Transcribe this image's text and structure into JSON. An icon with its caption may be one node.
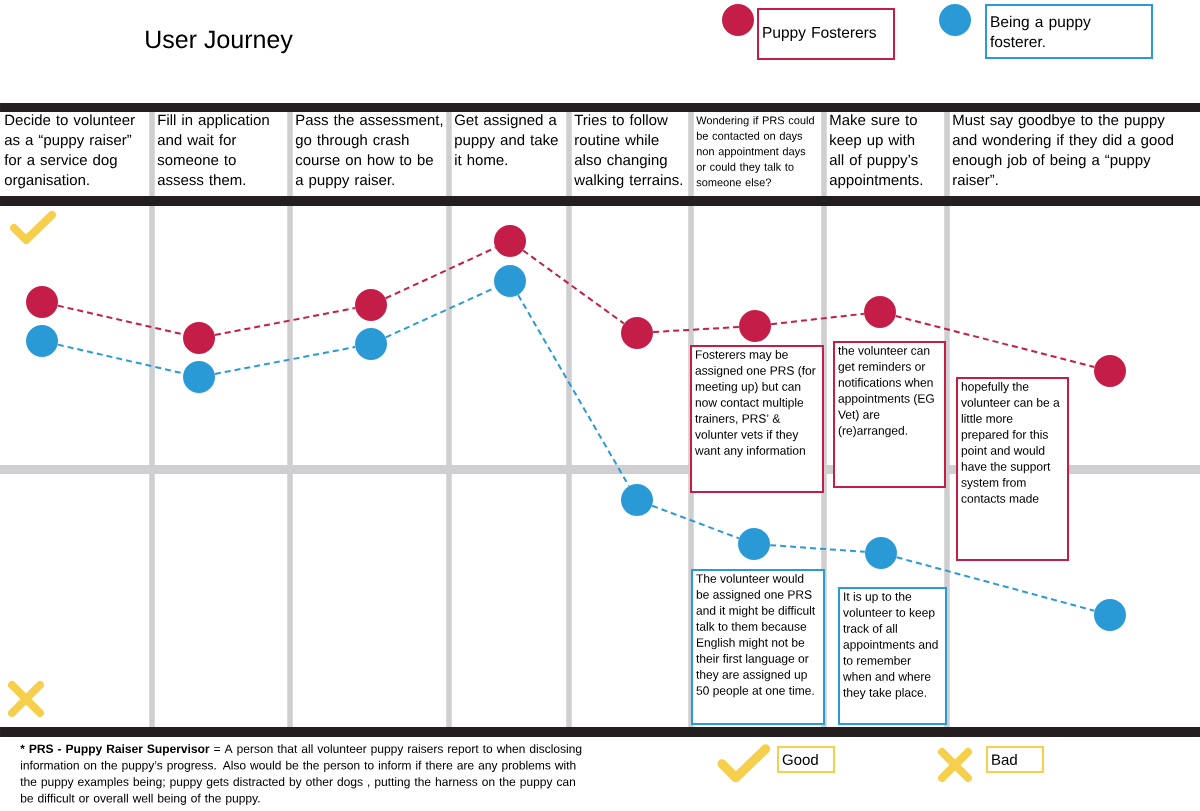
{
  "diagram": {
    "title": "User Journey",
    "nodes": [
      {
        "text": [],
        "shape": "circle"
      },
      {
        "text": [],
        "shape": "circle"
      },
      {
        "text": [],
        "shape": "circle"
      },
      {
        "text": [],
        "shape": "circle"
      },
      {
        "text": [],
        "shape": "circle"
      },
      {
        "text": [],
        "shape": "circle"
      },
      {
        "text": [],
        "shape": "circle"
      },
      {
        "text": [],
        "shape": "circle"
      },
      {
        "text": [],
        "shape": "circle"
      },
      {
        "text": [],
        "shape": "circle"
      },
      {
        "text": [],
        "shape": "circle"
      },
      {
        "text": [],
        "shape": "circle"
      },
      {
        "text": [],
        "shape": "circle"
      },
      {
        "text": [],
        "shape": "circle"
      },
      {
        "text": [],
        "shape": "circle"
      },
      {
        "text": [],
        "shape": "circle"
      },
      {
        "text": [
          "Fosterers may be assigned one PRS (for meeting up) but can now contact multiple trainers, PRS’ & volunter vets if they want any information"
        ]
      },
      {
        "text": [
          "the volunteer can get reminders or notifications when appointments (EG Vet) are (re)arranged."
        ]
      },
      {
        "text": [
          "hopefully the volunteer can be a little more prepared for this point and would have the support system from contacts made"
        ]
      },
      {
        "text": [
          "The volunteer would be assigned one PRS and it might be difficult talk to them because English might not be their first language or they are assigned up 50 people at one time."
        ]
      },
      {
        "text": [
          "It is up to the volunteer to keep track of all appointments and to remember when and where they take place."
        ]
      }
    ],
    "edges": [
      {
        "from": 0,
        "to": 1,
        "arrow": "none",
        "style": "dashed",
        "color": "#c41e48"
      },
      {
        "from": 1,
        "to": 2,
        "arrow": "none",
        "style": "dashed",
        "color": "#c41e48"
      },
      {
        "from": 2,
        "to": 3,
        "arrow": "none",
        "style": "dashed",
        "color": "#c41e48"
      },
      {
        "from": 3,
        "to": 4,
        "arrow": "none",
        "style": "dashed",
        "color": "#c41e48"
      },
      {
        "from": 4,
        "to": 5,
        "arrow": "none",
        "style": "dashed",
        "color": "#c41e48"
      },
      {
        "from": 5,
        "to": 6,
        "arrow": "none",
        "style": "dashed",
        "color": "#c41e48"
      },
      {
        "from": 6,
        "to": 7,
        "arrow": "none",
        "style": "dashed",
        "color": "#c41e48"
      },
      {
        "from": 8,
        "to": 9,
        "arrow": "none",
        "style": "dashed",
        "color": "#2a9ad6"
      },
      {
        "from": 9,
        "to": 10,
        "arrow": "none",
        "style": "dashed",
        "color": "#2a9ad6"
      },
      {
        "from": 10,
        "to": 11,
        "arrow": "none",
        "style": "dashed",
        "color": "#2a9ad6"
      },
      {
        "from": 11,
        "to": 12,
        "arrow": "none",
        "style": "dashed",
        "color": "#2a9ad6"
      },
      {
        "from": 12,
        "to": 13,
        "arrow": "none",
        "style": "dashed",
        "color": "#2a9ad6"
      },
      {
        "from": 13,
        "to": 14,
        "arrow": "none",
        "style": "dashed",
        "color": "#2a9ad6"
      },
      {
        "from": 14,
        "to": 15,
        "arrow": "none",
        "style": "dashed",
        "color": "#2a9ad6"
      }
    ],
    "labels": [
      "Decide to volunteer as a “puppy raiser” for a service dog organisation.",
      "Fill in application and wait for someone to assess them.",
      "Pass the assessment, go through crash course on how to be a puppy raiser.",
      "Get assigned a puppy and take it home.",
      "Tries to follow routine while also changing walking terrains.",
      "Wondering if PRS could be contacted on days non appointment days or could they talk to someone else?",
      "Make sure to keep up with all of puppy’s appointments.",
      "Must say goodbye to the puppy and wondering if they did a good enough job of being a “puppy raiser”.",
      "* PRS - Puppy Raiser Supervisor",
      "= A person that all volunteer puppy raisers report to when disclosing information on the puppy’s progress. Also would be the person to inform if there are any problems with the puppy examples being; puppy gets distracted by other dogs , putting the harness on the puppy can be difficult or overall well being of the puppy."
    ],
    "legend": [
      {
        "text": "Puppy Fosterers",
        "color": "#c41e48"
      },
      {
        "text": "Being a puppy fosterer.",
        "color": "#2a9ad6"
      },
      {
        "text": "Good"
      },
      {
        "text": "Bad"
      }
    ]
  }
}
